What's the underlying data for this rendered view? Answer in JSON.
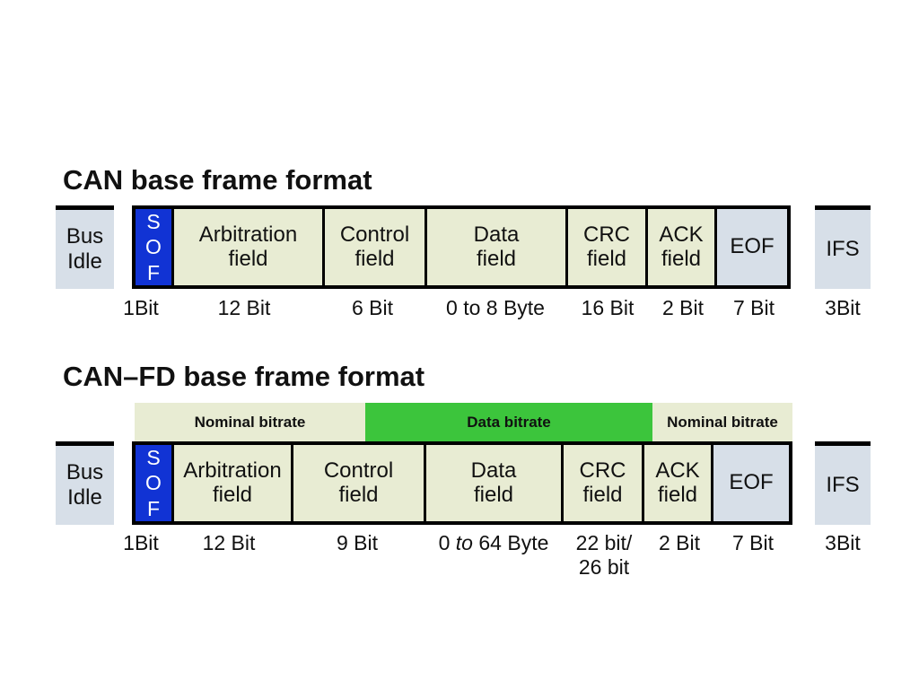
{
  "colors": {
    "field_fill": "#e8ecd3",
    "idle_fill": "#d7dfe8",
    "sof_blue": "#1133d4",
    "green": "#3cc53c",
    "border": "#000000"
  },
  "can": {
    "title": "CAN base frame format",
    "bus_idle": {
      "label": "Bus\nIdle"
    },
    "sof": {
      "letters": "S\nO\nF",
      "bits": "1Bit"
    },
    "fields": [
      {
        "label": "Arbitration\nfield",
        "bits": "12 Bit"
      },
      {
        "label": "Control\nfield",
        "bits": "6 Bit"
      },
      {
        "label": "Data\nfield",
        "bits": "0 to 8 Byte"
      },
      {
        "label": "CRC\nfield",
        "bits": "16 Bit"
      },
      {
        "label": "ACK\nfield",
        "bits": "2 Bit"
      },
      {
        "label": "EOF",
        "bits": "7 Bit"
      }
    ],
    "ifs": {
      "label": "IFS",
      "bits": "3Bit"
    }
  },
  "canfd": {
    "title": "CAN–FD base frame format",
    "bitrate_bar": {
      "left": "Nominal bitrate",
      "middle": "Data bitrate",
      "right": "Nominal bitrate"
    },
    "bus_idle": {
      "label": "Bus\nIdle"
    },
    "sof": {
      "letters": "S\nO\nF",
      "bits": "1Bit"
    },
    "fields": [
      {
        "label": "Arbitration\nfield",
        "bits": "12 Bit"
      },
      {
        "label": "Control\nfield",
        "bits": "9 Bit"
      },
      {
        "label": "Data\nfield",
        "bits_pre": "0 ",
        "bits_italic": "to",
        "bits_post": " 64 Byte"
      },
      {
        "label": "CRC\nfield",
        "bits": "22 bit/\n26 bit"
      },
      {
        "label": "ACK\nfield",
        "bits": "2 Bit"
      },
      {
        "label": "EOF",
        "bits": "7 Bit"
      }
    ],
    "ifs": {
      "label": "IFS",
      "bits": "3Bit"
    }
  }
}
